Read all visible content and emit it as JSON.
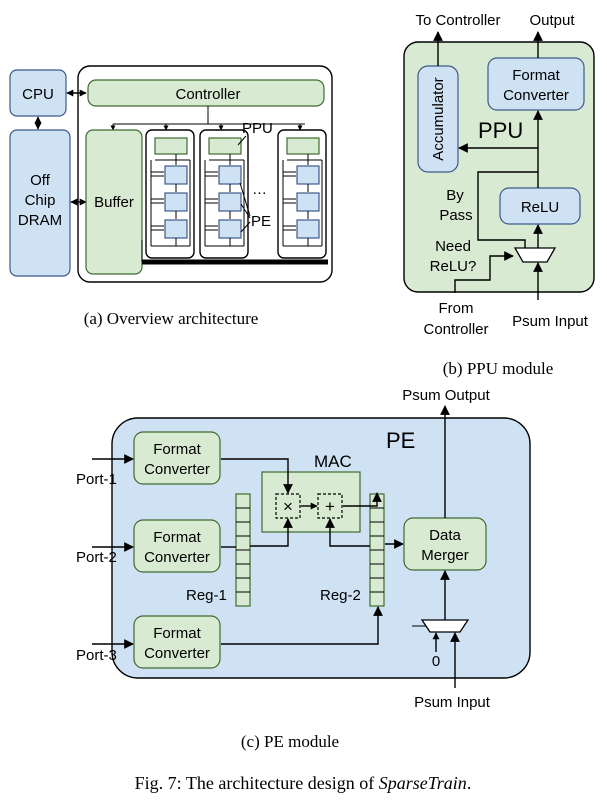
{
  "overview": {
    "cpu": "CPU",
    "dram_line1": "Off",
    "dram_line2": "Chip",
    "dram_line3": "DRAM",
    "controller": "Controller",
    "buffer": "Buffer",
    "ppu": "PPU",
    "pe": "PE",
    "ellipsis": "…",
    "caption": "(a) Overview architecture"
  },
  "ppu_module": {
    "to_controller": "To Controller",
    "output": "Output",
    "accumulator": "Accumulator",
    "format_line1": "Format",
    "format_line2": "Converter",
    "title": "PPU",
    "bypass_line1": "By",
    "bypass_line2": "Pass",
    "relu": "ReLU",
    "need_line1": "Need",
    "need_line2": "ReLU?",
    "from_line1": "From",
    "from_line2": "Controller",
    "psum_input": "Psum Input",
    "caption": "(b) PPU module"
  },
  "pe_module": {
    "psum_output": "Psum Output",
    "title": "PE",
    "mac": "MAC",
    "port1": "Port-1",
    "port2": "Port-2",
    "port3": "Port-3",
    "format_line1": "Format",
    "format_line2": "Converter",
    "reg1": "Reg-1",
    "reg2": "Reg-2",
    "merger_line1": "Data",
    "merger_line2": "Merger",
    "mult_symbol": "×",
    "add_symbol": "+",
    "zero": "0",
    "psum_input": "Psum Input",
    "caption": "(c) PE module"
  },
  "figure": {
    "prefix": "Fig. 7: The architecture design of ",
    "name": "SparseTrain",
    "suffix": "."
  }
}
